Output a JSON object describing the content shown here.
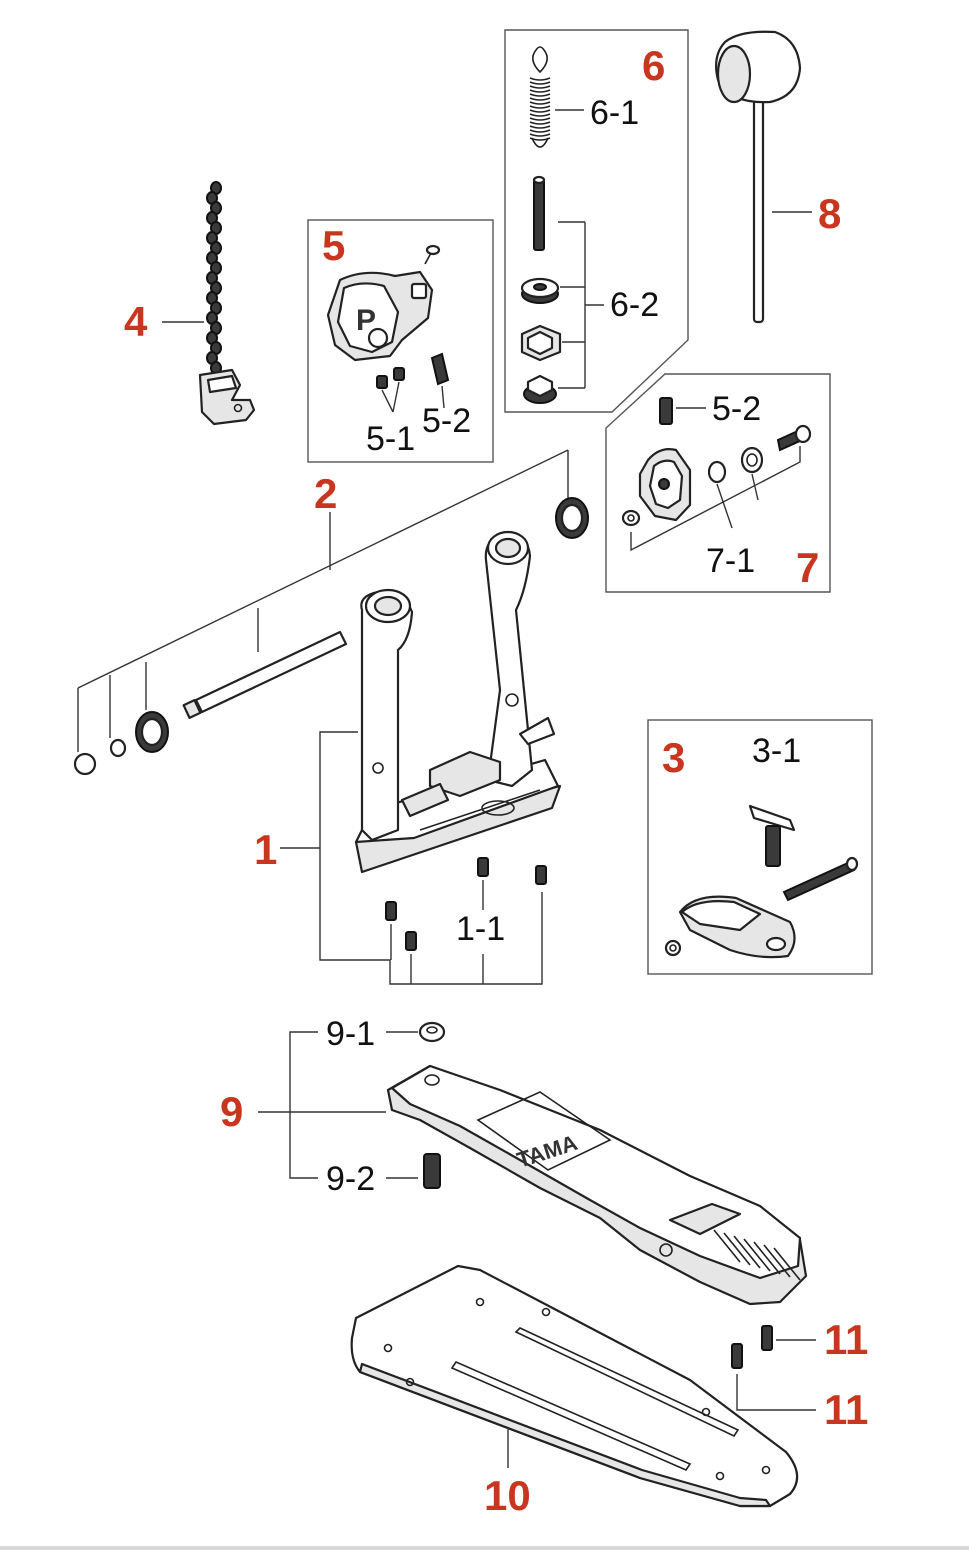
{
  "colors": {
    "accent": "#c8361f",
    "line": "#222222",
    "background": "#ffffff"
  },
  "labels": {
    "main": {
      "p1": "1",
      "p2": "2",
      "p3": "3",
      "p4": "4",
      "p5": "5",
      "p6": "6",
      "p7": "7",
      "p8": "8",
      "p9": "9",
      "p10": "10",
      "p11a": "11",
      "p11b": "11"
    },
    "sub": {
      "s1_1": "1-1",
      "s3_1": "3-1",
      "s5_1": "5-1",
      "s5_2": "5-2",
      "s5_2b": "5-2",
      "s6_1": "6-1",
      "s6_2": "6-2",
      "s7_1": "7-1",
      "s9_1": "9-1",
      "s9_2": "9-2"
    }
  }
}
